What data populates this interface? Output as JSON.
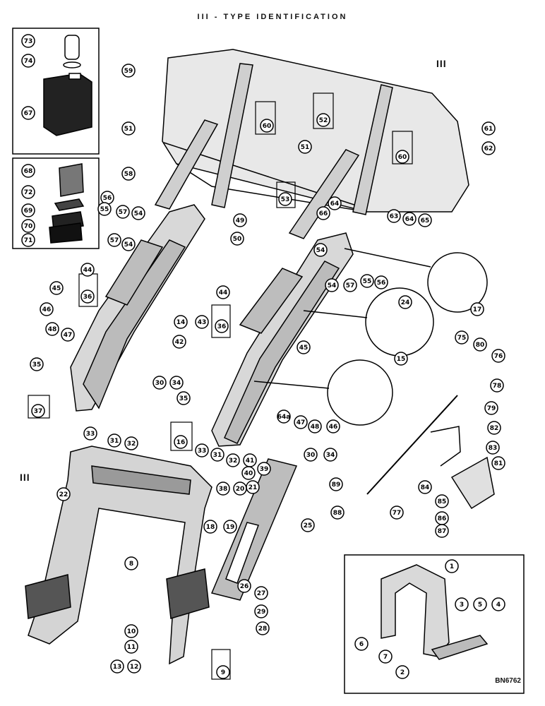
{
  "header": {
    "title": "III - TYPE  IDENTIFICATION"
  },
  "drawing_code": "BN6762",
  "type_markers": [
    "III",
    "III"
  ],
  "callouts": [
    "73",
    "74",
    "67",
    "68",
    "72",
    "69",
    "70",
    "71",
    "59",
    "51",
    "60",
    "52",
    "51",
    "60",
    "61",
    "62",
    "58",
    "56",
    "55",
    "57",
    "54",
    "53",
    "66",
    "64",
    "63",
    "64",
    "65",
    "49",
    "50",
    "57",
    "54",
    "44",
    "54",
    "55",
    "56",
    "54",
    "57",
    "17",
    "45",
    "36",
    "46",
    "48",
    "47",
    "14",
    "24",
    "44",
    "15",
    "43",
    "36",
    "42",
    "45",
    "35",
    "75",
    "80",
    "76",
    "78",
    "37",
    "30",
    "34",
    "35",
    "79",
    "33",
    "31",
    "32",
    "16",
    "64a",
    "47",
    "48",
    "46",
    "30",
    "34",
    "82",
    "83",
    "22",
    "33",
    "31",
    "32",
    "41",
    "40",
    "39",
    "38",
    "20",
    "21",
    "89",
    "84",
    "81",
    "88",
    "85",
    "18",
    "19",
    "25",
    "77",
    "86",
    "87",
    "8",
    "26",
    "27",
    "29",
    "28",
    "10",
    "11",
    "13",
    "12",
    "9",
    "1",
    "3",
    "5",
    "4",
    "6",
    "7",
    "2"
  ]
}
